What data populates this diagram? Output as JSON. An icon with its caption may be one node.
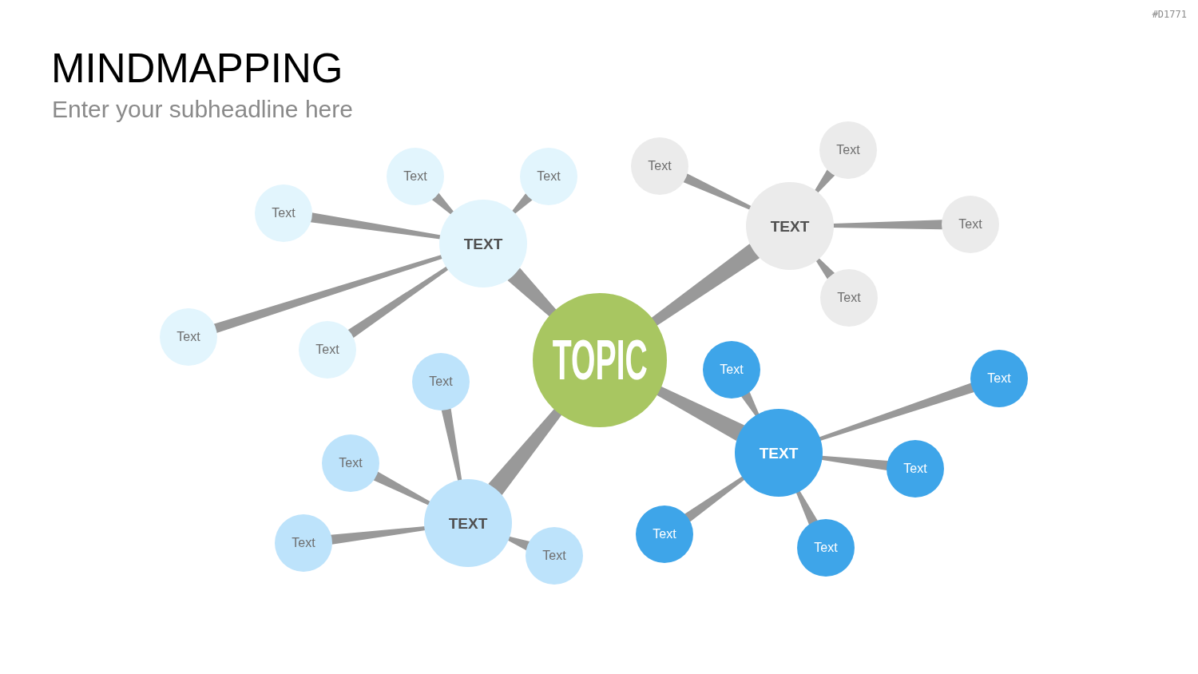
{
  "diagram": {
    "title": "MINDMAPPING",
    "nodes": [
      {
        "text": [
          "TOPIC"
        ]
      },
      {
        "text": [
          "TEXT"
        ]
      },
      {
        "text": [
          "Text"
        ]
      },
      {
        "text": [
          "Text"
        ]
      },
      {
        "text": [
          "Text"
        ]
      },
      {
        "text": [
          "Text"
        ]
      },
      {
        "text": [
          "Text"
        ]
      },
      {
        "text": [
          "TEXT"
        ]
      },
      {
        "text": [
          "Text"
        ]
      },
      {
        "text": [
          "Text"
        ]
      },
      {
        "text": [
          "Text"
        ]
      },
      {
        "text": [
          "Text"
        ]
      },
      {
        "text": [
          "TEXT"
        ]
      },
      {
        "text": [
          "Text"
        ]
      },
      {
        "text": [
          "Text"
        ]
      },
      {
        "text": [
          "Text"
        ]
      },
      {
        "text": [
          "Text"
        ]
      },
      {
        "text": [
          "TEXT"
        ]
      },
      {
        "text": [
          "Text"
        ]
      },
      {
        "text": [
          "Text"
        ]
      },
      {
        "text": [
          "Text"
        ]
      },
      {
        "text": [
          "Text"
        ]
      },
      {
        "text": [
          "Text"
        ]
      }
    ],
    "edges": [
      {
        "from": 0,
        "to": 1,
        "arrow": "none",
        "style": "thick"
      },
      {
        "from": 1,
        "to": 2,
        "arrow": "none"
      },
      {
        "from": 1,
        "to": 3,
        "arrow": "none"
      },
      {
        "from": 1,
        "to": 4,
        "arrow": "none"
      },
      {
        "from": 1,
        "to": 5,
        "arrow": "none"
      },
      {
        "from": 1,
        "to": 6,
        "arrow": "none"
      },
      {
        "from": 0,
        "to": 7,
        "arrow": "none",
        "style": "thick"
      },
      {
        "from": 7,
        "to": 8,
        "arrow": "none"
      },
      {
        "from": 7,
        "to": 9,
        "arrow": "none"
      },
      {
        "from": 7,
        "to": 10,
        "arrow": "none"
      },
      {
        "from": 7,
        "to": 11,
        "arrow": "none"
      },
      {
        "from": 0,
        "to": 12,
        "arrow": "none",
        "style": "thick"
      },
      {
        "from": 12,
        "to": 13,
        "arrow": "none"
      },
      {
        "from": 12,
        "to": 14,
        "arrow": "none"
      },
      {
        "from": 12,
        "to": 15,
        "arrow": "none"
      },
      {
        "from": 12,
        "to": 16,
        "arrow": "none"
      },
      {
        "from": 0,
        "to": 17,
        "arrow": "none",
        "style": "thick"
      },
      {
        "from": 17,
        "to": 18,
        "arrow": "none"
      },
      {
        "from": 17,
        "to": 19,
        "arrow": "none"
      },
      {
        "from": 17,
        "to": 20,
        "arrow": "none"
      },
      {
        "from": 17,
        "to": 21,
        "arrow": "none"
      },
      {
        "from": 17,
        "to": 22,
        "arrow": "none"
      }
    ],
    "labels": [
      "#D1771",
      "Enter your subheadline here"
    ]
  }
}
